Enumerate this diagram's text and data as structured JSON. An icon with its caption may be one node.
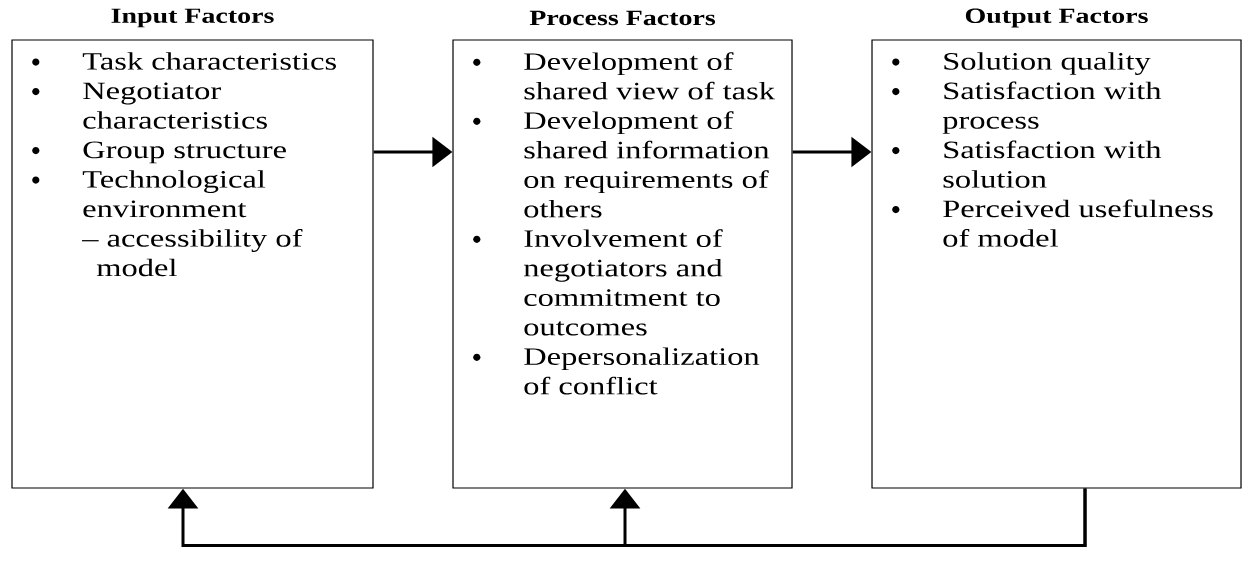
{
  "diagram": {
    "nodes": [
      {
        "text": [
          "Input Factors",
          "Task characteristics",
          "Negotiator characteristics",
          "Group structure",
          "Technological environment",
          "– accessibility of model"
        ]
      },
      {
        "text": [
          "Process Factors",
          "Development of shared view of task",
          "Development of shared information on requirements of others",
          "Involvement of negotiators and commitment to outcomes",
          "Depersonalization of conflict"
        ]
      },
      {
        "text": [
          "Output Factors",
          "Solution quality",
          "Satisfaction with process",
          "Satisfaction with solution",
          "Perceived usefulness of model"
        ]
      }
    ],
    "edges": [
      {
        "from": 0,
        "to": 1,
        "arrow": "to"
      },
      {
        "from": 1,
        "to": 2,
        "arrow": "to"
      },
      {
        "from": 2,
        "to": 0,
        "arrow": "to"
      },
      {
        "from": 2,
        "to": 1,
        "arrow": "to"
      }
    ]
  }
}
